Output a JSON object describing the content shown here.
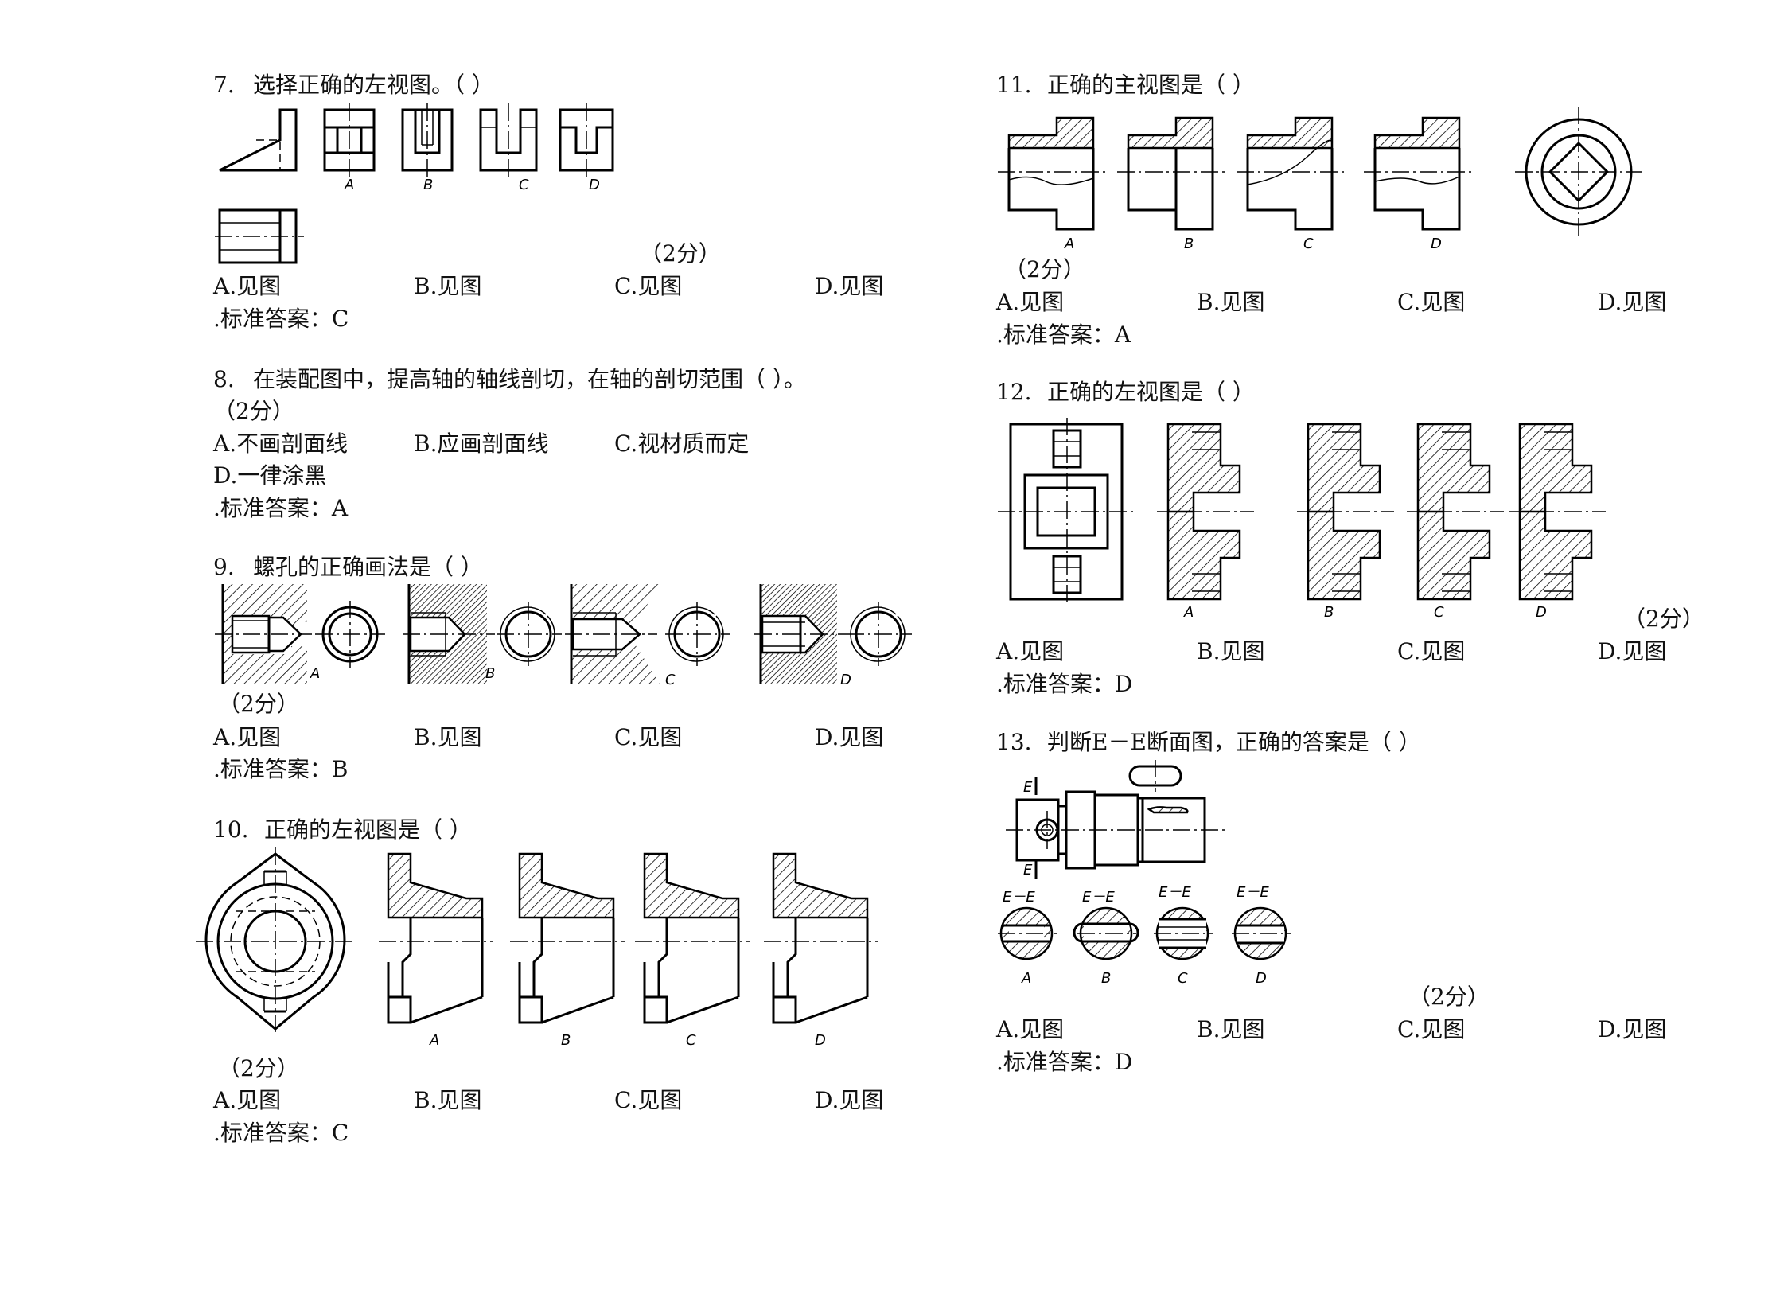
{
  "questions": [
    {
      "q_number": "7.",
      "q_text": "选择正确的左视图。（ ）",
      "score": "（2分）",
      "figure_labels": [
        "A",
        "B",
        "C",
        "D"
      ],
      "options": [
        "A.见图",
        "B.见图",
        "C.见图",
        "D.见图"
      ],
      "answer": ".标准答案：C"
    },
    {
      "q_number": "8.",
      "q_text": "在装配图中，提高轴的轴线剖切，在轴的剖切范围（ ）。",
      "score": "（2分）",
      "options": [
        "A.不画剖面线",
        "B.应画剖面线",
        "C.视材质而定",
        "D.一律涂黑"
      ],
      "answer": ".标准答案：A"
    },
    {
      "q_number": "9.",
      "q_text": "螺孔的正确画法是（ ）",
      "score": "（2分）",
      "figure_labels": [
        "A",
        "B",
        "C",
        "D"
      ],
      "options": [
        "A.见图",
        "B.见图",
        "C.见图",
        "D.见图"
      ],
      "answer": ".标准答案：B"
    },
    {
      "q_number": "10.",
      "q_text": "正确的左视图是（ ）",
      "score": "（2分）",
      "figure_labels": [
        "A",
        "B",
        "C",
        "D"
      ],
      "options": [
        "A.见图",
        "B.见图",
        "C.见图",
        "D.见图"
      ],
      "answer": ".标准答案：C"
    },
    {
      "q_number": "11.",
      "q_text": "正确的主视图是（ ）",
      "score": "（2分）",
      "figure_labels": [
        "A",
        "B",
        "C",
        "D"
      ],
      "options": [
        "A.见图",
        "B.见图",
        "C.见图",
        "D.见图"
      ],
      "answer": ".标准答案：A"
    },
    {
      "q_number": "12.",
      "q_text": "正确的左视图是（ ）",
      "score": "（2分）",
      "figure_labels": [
        "A",
        "B",
        "C",
        "D"
      ],
      "options": [
        "A.见图",
        "B.见图",
        "C.见图",
        "D.见图"
      ],
      "answer": ".标准答案：D"
    },
    {
      "q_number": "13.",
      "q_text": "判断E－E断面图，正确的答案是（ ）",
      "score": "（2分）",
      "figure_labels": [
        "A",
        "B",
        "C",
        "D"
      ],
      "section_labels": [
        "E",
        "E",
        "E－E",
        "E－E",
        "E－E",
        "E－E"
      ],
      "options": [
        "A.见图",
        "B.见图",
        "C.见图",
        "D.见图"
      ],
      "answer": ".标准答案：D"
    }
  ]
}
